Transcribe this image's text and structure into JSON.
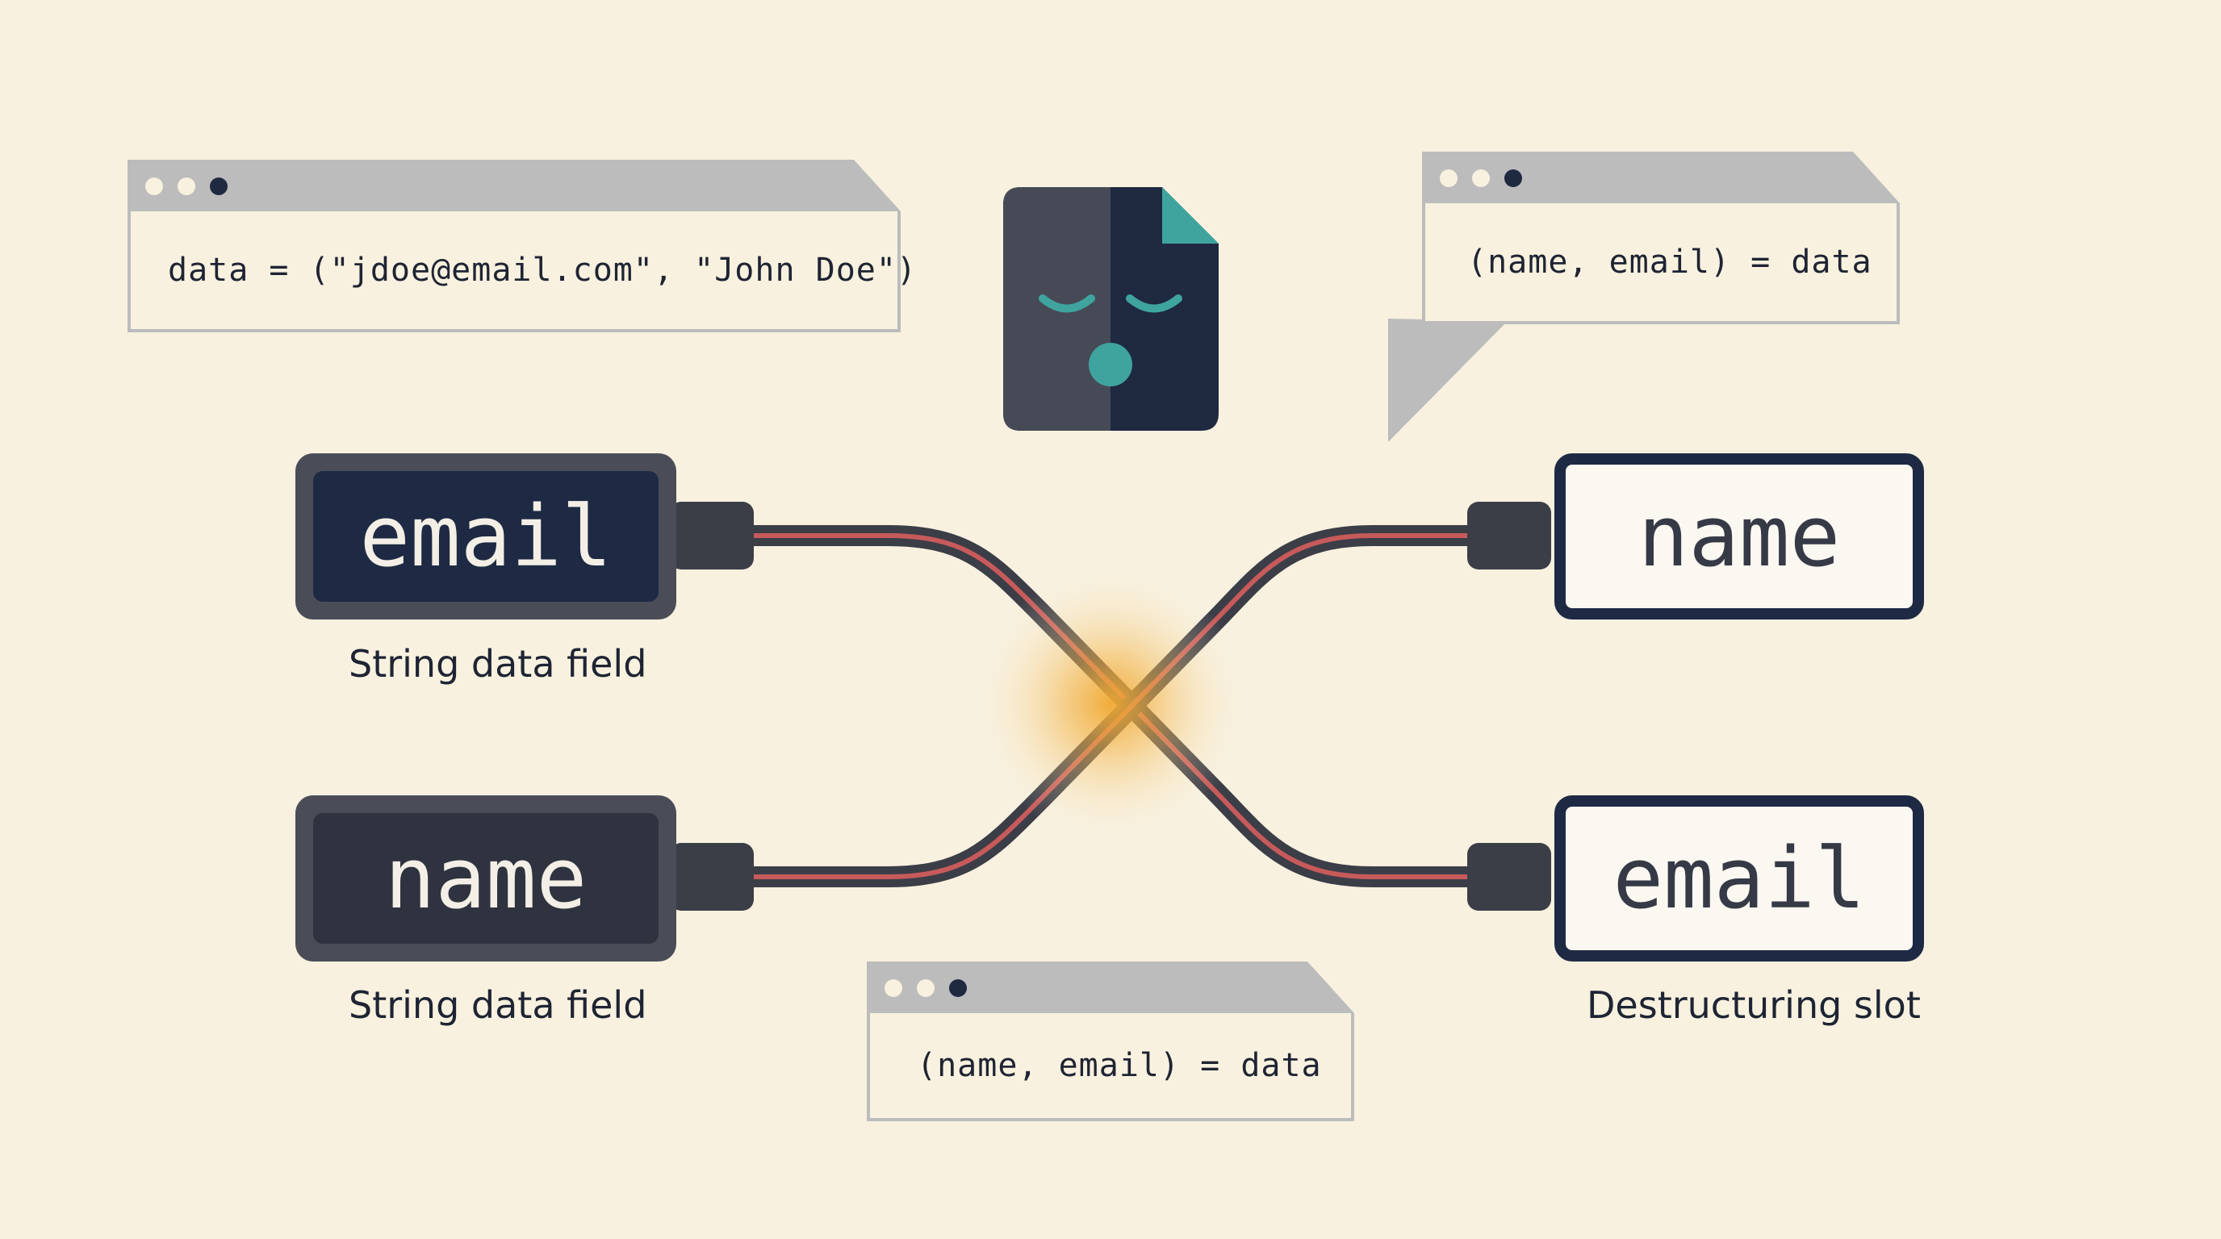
{
  "code_windows": {
    "top_left": "data = (\"jdoe@email.com\", \"John Doe\")",
    "top_right": "(name, email) = data",
    "bottom": "(name, email) = data"
  },
  "left_fields": [
    {
      "label": "email",
      "caption": "String data field"
    },
    {
      "label": "name",
      "caption": "String data field"
    }
  ],
  "right_slots": [
    {
      "label": "name"
    },
    {
      "label": "email",
      "caption": "Destructuring slot"
    }
  ],
  "colors": {
    "background": "#f8f1df",
    "field_dark_navy": "#1e2a44",
    "field_dark_gray": "#2f333f",
    "wire_core": "#c75a5a",
    "wire_sheath": "#3b3d47",
    "spark": "#f0a830",
    "window_chrome": "#bcbcbd",
    "mascot_teal": "#3fa49e"
  },
  "icons": [
    "file-mascot-sleeping-icon",
    "window-dots-icon",
    "spark-glow-icon"
  ]
}
